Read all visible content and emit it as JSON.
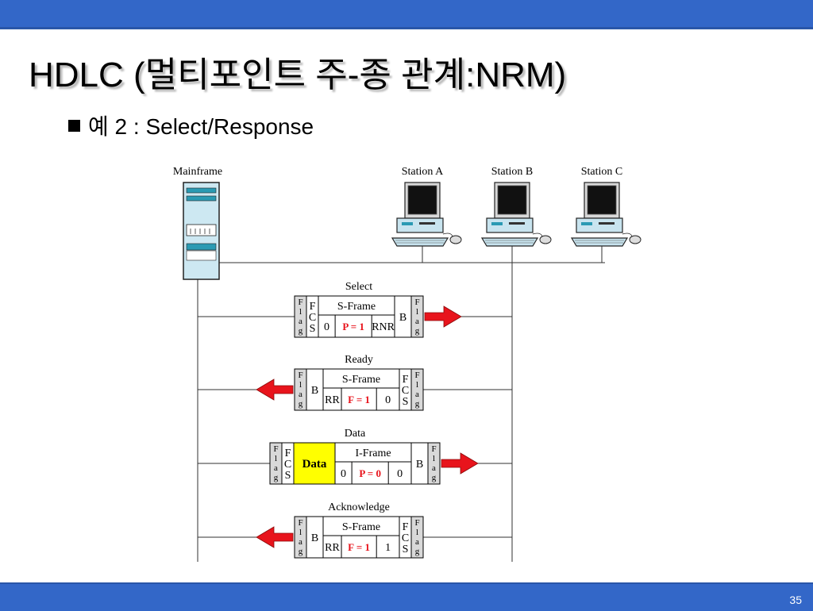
{
  "slide": {
    "title": "HDLC (멀티포인트 주-종 관계:NRM)",
    "bullet": "예 2 : Select/Response",
    "page_number": "35"
  },
  "colors": {
    "accent_bar": "#3367c8",
    "arrow": "#e8141c",
    "data_fill": "#ffff00",
    "red_text": "#e8141c"
  },
  "diagram": {
    "mainframe_label": "Mainframe",
    "stations": [
      {
        "label": "Station A"
      },
      {
        "label": "Station B"
      },
      {
        "label": "Station C"
      }
    ],
    "frames": [
      {
        "label": "Select",
        "direction": "right",
        "fields": [
          {
            "t": "Flag",
            "v": true
          },
          {
            "t": "FCS",
            "v": true
          },
          {
            "t": "S-Frame",
            "main": true,
            "sub": [
              {
                "t": "0"
              },
              {
                "t": "P = 1",
                "red": true
              },
              {
                "t": "RNR"
              }
            ]
          },
          {
            "t": "B"
          },
          {
            "t": "Flag",
            "v": true
          }
        ]
      },
      {
        "label": "Ready",
        "direction": "left",
        "fields": [
          {
            "t": "Flag",
            "v": true
          },
          {
            "t": "B"
          },
          {
            "t": "S-Frame",
            "main": true,
            "sub": [
              {
                "t": "RR"
              },
              {
                "t": "F = 1",
                "red": true
              },
              {
                "t": "0"
              }
            ]
          },
          {
            "t": "FCS",
            "v": true
          },
          {
            "t": "Flag",
            "v": true
          }
        ]
      },
      {
        "label": "Data",
        "direction": "right",
        "fields": [
          {
            "t": "Flag",
            "v": true
          },
          {
            "t": "FCS",
            "v": true
          },
          {
            "t": "Data",
            "data": true
          },
          {
            "t": "I-Frame",
            "main": true,
            "sub": [
              {
                "t": "0"
              },
              {
                "t": "P = 0",
                "red": true
              },
              {
                "t": "0"
              }
            ]
          },
          {
            "t": "B"
          },
          {
            "t": "Flag",
            "v": true
          }
        ]
      },
      {
        "label": "Acknowledge",
        "direction": "left",
        "fields": [
          {
            "t": "Flag",
            "v": true
          },
          {
            "t": "B"
          },
          {
            "t": "S-Frame",
            "main": true,
            "sub": [
              {
                "t": "RR"
              },
              {
                "t": "F = 1",
                "red": true
              },
              {
                "t": "1"
              }
            ]
          },
          {
            "t": "FCS",
            "v": true
          },
          {
            "t": "Flag",
            "v": true
          }
        ]
      }
    ]
  }
}
